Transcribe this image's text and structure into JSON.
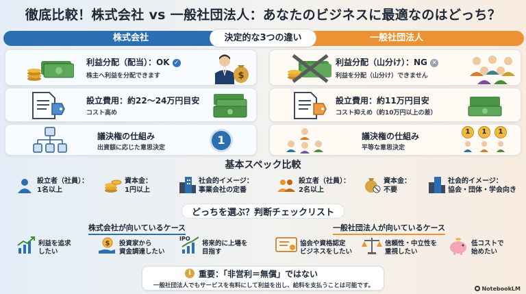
{
  "title": "徹底比較！株式会社 vs 一般社団法人：あなたのビジネスに最適なのはどっち？",
  "left_header": "株式会社",
  "right_header": "一般社団法人",
  "center_label": "決定的な3つの違い",
  "left": {
    "profit_title": "利益分配（配当）：OK",
    "profit_sub": "株主へ利益を分配できます",
    "cost_title": "設立費用：約22〜24万円目安",
    "cost_sub": "コスト高め",
    "vote_title": "議決権の仕組み",
    "vote_sub": "出資額に応じた意思決定",
    "vote_badge": "1"
  },
  "right": {
    "profit_title": "利益分配（山分け）：NG",
    "profit_sub": "利益を分配（山分け）できません",
    "cost_title": "設立費用：約11万円目安",
    "cost_sub": "コスト抑えめ（約10万円以上の差）",
    "vote_title": "議決権の仕組み",
    "vote_sub": "平等な意思決定",
    "vote_badges": [
      "1",
      "1",
      "1"
    ]
  },
  "spec_title": "基本スペック比較",
  "spec_left": [
    {
      "line1": "設立者（社員）：",
      "line2": "1名以上"
    },
    {
      "line1": "資本金：",
      "line2": "1円以上"
    },
    {
      "line1": "社会的イメージ：",
      "line2": "事業会社の定番"
    }
  ],
  "spec_right": [
    {
      "line1": "設立者（社員）：",
      "line2": "2名以上"
    },
    {
      "line1": "資本金：",
      "line2": "不要"
    },
    {
      "line1": "社会的イメージ：",
      "line2": "協会・団体・学会向き"
    }
  ],
  "check_title": "どっちを選ぶ？判断チェックリスト",
  "check_left_title": "株式会社が向いているケース",
  "check_right_title": "一般社団法人が向いているケース",
  "check_left": [
    {
      "line1": "利益を追求",
      "line2": "したい"
    },
    {
      "line1": "投資家から",
      "line2": "資金調達したい"
    },
    {
      "line1": "将来的に上場を",
      "line2": "目指す",
      "icon_text": "IPO"
    }
  ],
  "check_right": [
    {
      "line1": "協会や資格認定",
      "line2": "ビジネスをしたい"
    },
    {
      "line1": "信頼性・中立性を",
      "line2": "重視したい"
    },
    {
      "line1": "低コストで",
      "line2": "始めたい"
    }
  ],
  "important_title": "重要：「非営利＝無償」ではない",
  "important_body": "一般社団法人でもサービスを有料にして利益を出し、給料を支払うことは可能です。",
  "footer": "NotebookLM",
  "colors": {
    "left_accent": "#2c6fb1",
    "right_accent": "#ec9232",
    "money_green": "#3f8a3a"
  }
}
